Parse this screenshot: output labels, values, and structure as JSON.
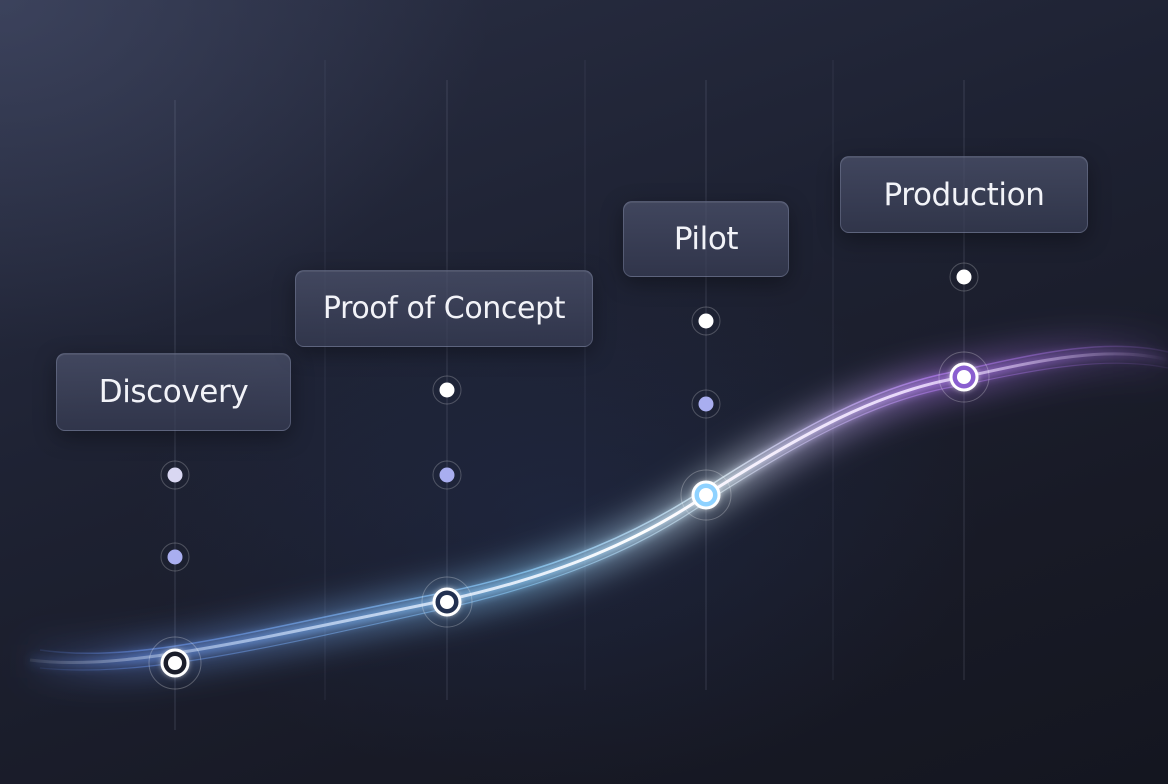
{
  "diagram": {
    "stages": [
      {
        "id": "discovery",
        "label": "Discovery"
      },
      {
        "id": "poc",
        "label": "Proof of Concept"
      },
      {
        "id": "pilot",
        "label": "Pilot"
      },
      {
        "id": "production",
        "label": "Production"
      }
    ],
    "colors": {
      "background": "#1b1e2b",
      "curve_start": "#6f9dff",
      "curve_mid": "#dff4ff",
      "curve_end": "#b27cf0",
      "guide_line": "#8a90a8",
      "dot_white": "#ffffff",
      "dot_lavender": "#a9aef0",
      "dot_light": "#d9d7f2"
    }
  }
}
